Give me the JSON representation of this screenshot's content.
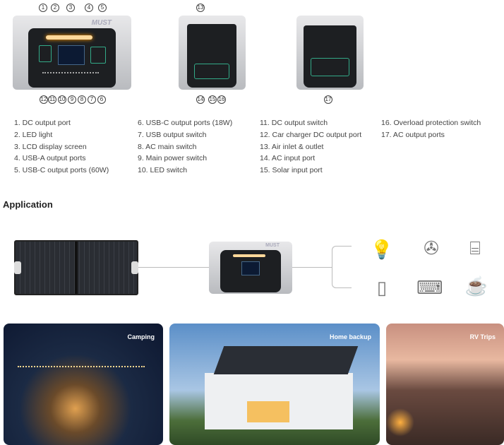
{
  "brand": "MUST",
  "callouts": {
    "front_top": [
      "1",
      "2",
      "3",
      "4",
      "5"
    ],
    "front_bottom": [
      "12",
      "11",
      "10",
      "9",
      "8",
      "7",
      "6"
    ],
    "side_top": "13",
    "side_bottom": [
      "14",
      "15",
      "16"
    ],
    "back_bottom": "17"
  },
  "parts": [
    [
      "1.  DC output port",
      "2.  LED light",
      "3.  LCD display screen",
      "4.  USB-A output ports",
      "5.  USB-C output ports (60W)"
    ],
    [
      "6.  USB-C output ports (18W)",
      "7.  USB output switch",
      "8.  AC main switch",
      "9.  Main power switch",
      "10. LED switch"
    ],
    [
      "11. DC output switch",
      "12. Car charger DC output port",
      "13. Air inlet & outlet",
      "14. AC input port",
      "15. Solar input port"
    ],
    [
      "16. Overload protection switch",
      "17. AC output ports"
    ]
  ],
  "application": {
    "title": "Application",
    "icons": [
      "bulb-icon",
      "fan-icon",
      "blender-icon",
      "tablet-icon",
      "laptop-icon",
      "coffee-machine-icon"
    ]
  },
  "scenarios": [
    {
      "label": "Camping"
    },
    {
      "label": "Home backup"
    },
    {
      "label": "RV Trips"
    }
  ]
}
